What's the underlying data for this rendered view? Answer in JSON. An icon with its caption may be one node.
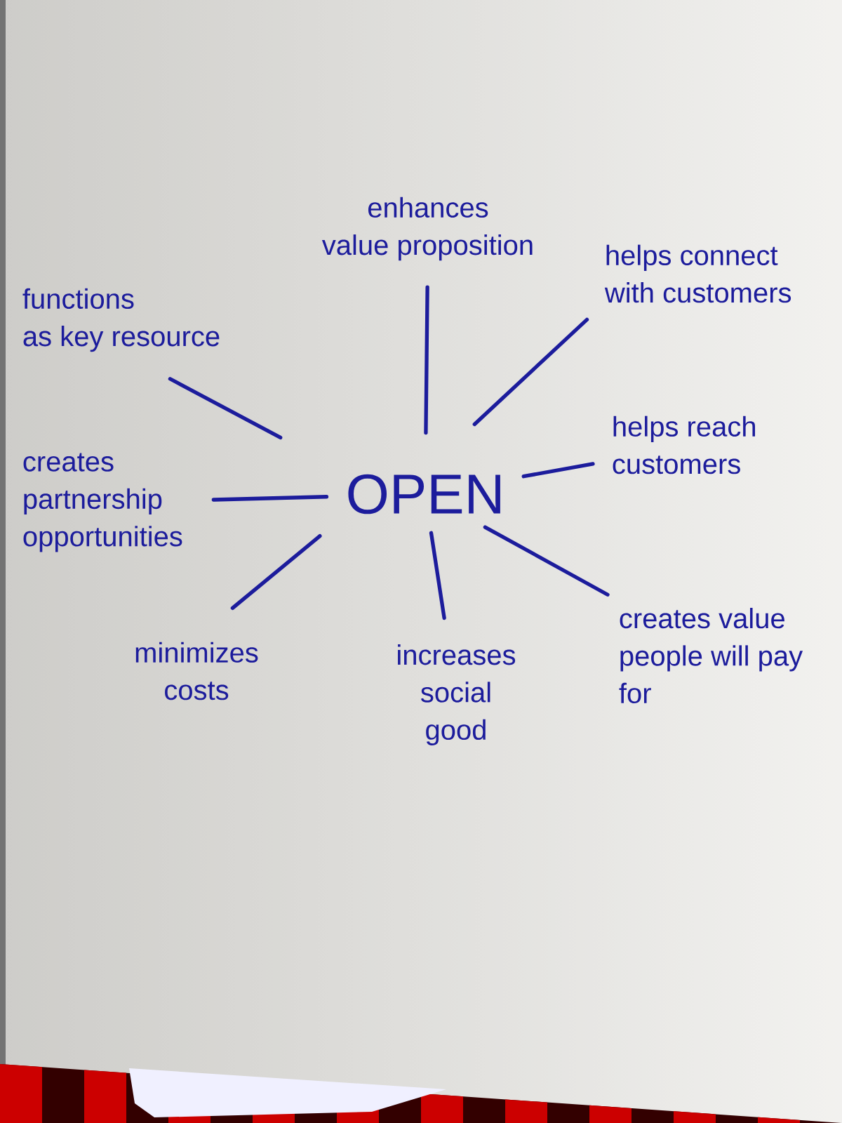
{
  "diagram": {
    "nodes": [
      {
        "text": [
          "OPEN"
        ]
      },
      {
        "text": [
          "enhances value proposition"
        ]
      },
      {
        "text": [
          "helps connect with customers"
        ]
      },
      {
        "text": [
          "helps reach customers"
        ]
      },
      {
        "text": [
          "creates value people will pay for"
        ]
      },
      {
        "text": [
          "increases social good"
        ]
      },
      {
        "text": [
          "minimizes costs"
        ]
      },
      {
        "text": [
          "creates partnership opportunities"
        ]
      },
      {
        "text": [
          "functions as key resource"
        ]
      }
    ],
    "edges": [
      {
        "from": 0,
        "to": 1,
        "arrow": "none"
      },
      {
        "from": 0,
        "to": 2,
        "arrow": "none"
      },
      {
        "from": 0,
        "to": 3,
        "arrow": "none"
      },
      {
        "from": 0,
        "to": 4,
        "arrow": "none"
      },
      {
        "from": 0,
        "to": 5,
        "arrow": "none"
      },
      {
        "from": 0,
        "to": 6,
        "arrow": "none"
      },
      {
        "from": 0,
        "to": 7,
        "arrow": "none"
      },
      {
        "from": 0,
        "to": 8,
        "arrow": "none"
      }
    ]
  }
}
